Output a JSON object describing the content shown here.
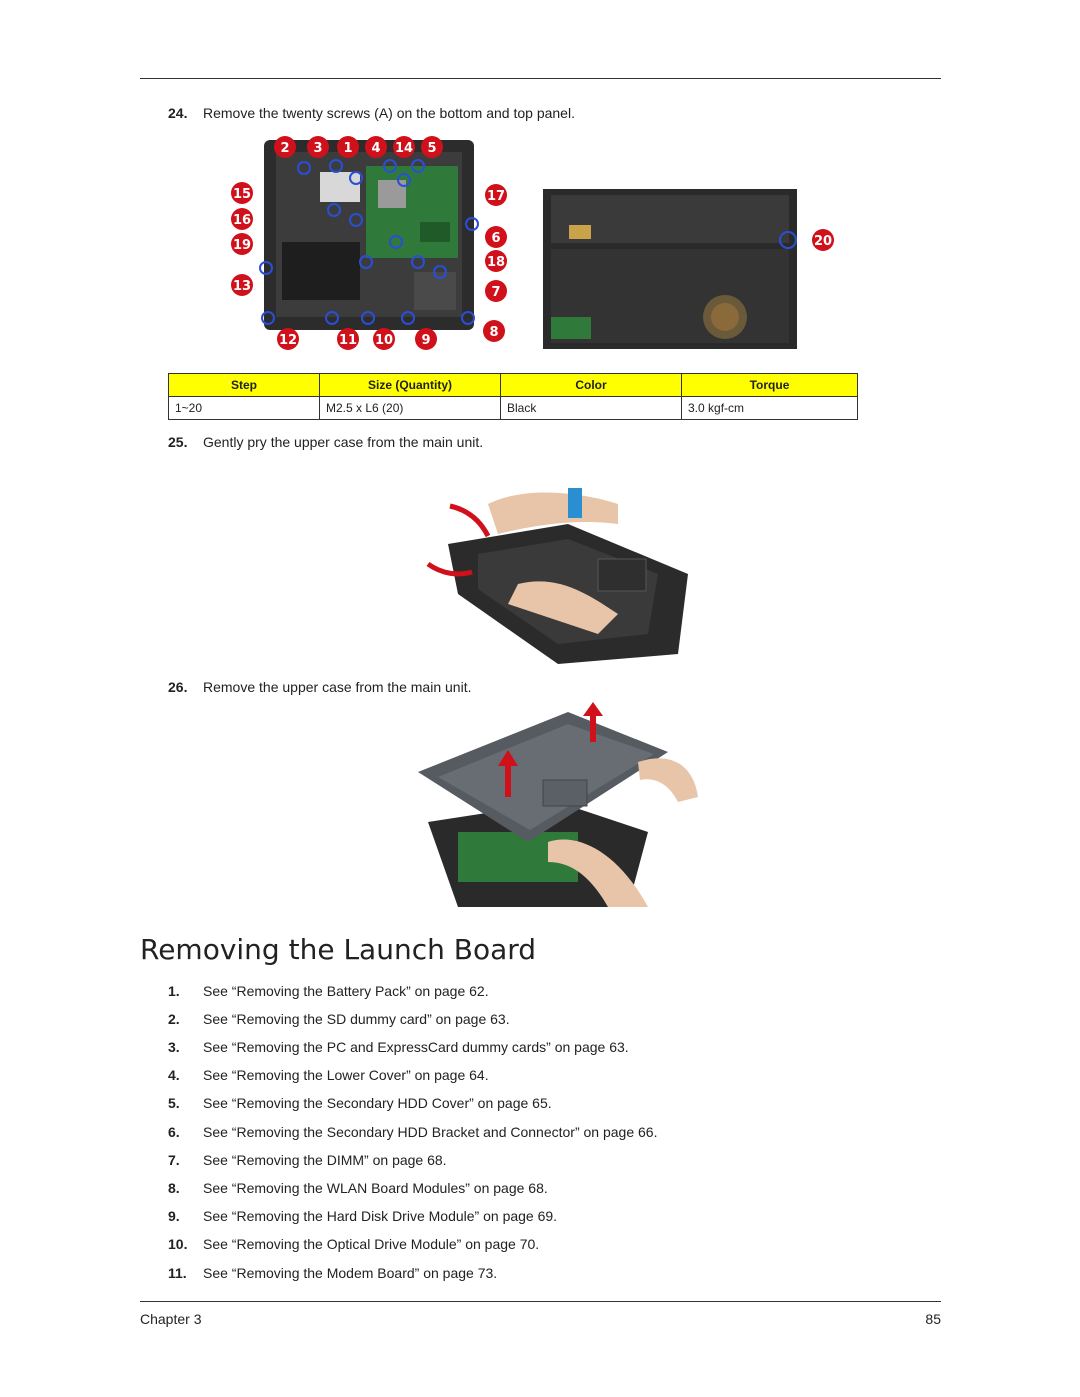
{
  "step24": {
    "num": "24.",
    "text": "Remove the twenty screws (A) on the bottom and top panel."
  },
  "callouts_left": [
    "2",
    "3",
    "1",
    "4",
    "14",
    "5",
    "15",
    "17",
    "16",
    "6",
    "19",
    "18",
    "13",
    "7",
    "12",
    "11",
    "10",
    "9",
    "8"
  ],
  "callout_right": "20",
  "table": {
    "headers": [
      "Step",
      "Size (Quantity)",
      "Color",
      "Torque"
    ],
    "row": [
      "1~20",
      "M2.5 x L6 (20)",
      "Black",
      "3.0 kgf-cm"
    ]
  },
  "step25": {
    "num": "25.",
    "text": "Gently pry the upper case from the main unit."
  },
  "step26": {
    "num": "26.",
    "text": "Remove the upper case from the main unit."
  },
  "section_title": "Removing the Launch Board",
  "steps": [
    {
      "num": "1.",
      "text": "See “Removing the Battery Pack” on page 62."
    },
    {
      "num": "2.",
      "text": "See “Removing the SD dummy card” on page 63."
    },
    {
      "num": "3.",
      "text": "See “Removing the PC and ExpressCard dummy cards” on page 63."
    },
    {
      "num": "4.",
      "text": "See “Removing the Lower Cover” on page 64."
    },
    {
      "num": "5.",
      "text": "See “Removing the Secondary HDD Cover” on page 65."
    },
    {
      "num": "6.",
      "text": "See “Removing the Secondary HDD Bracket and Connector” on page 66."
    },
    {
      "num": "7.",
      "text": "See “Removing the DIMM” on page 68."
    },
    {
      "num": "8.",
      "text": "See “Removing the WLAN Board Modules” on page 68."
    },
    {
      "num": "9.",
      "text": "See “Removing the Hard Disk Drive Module” on page 69."
    },
    {
      "num": "10.",
      "text": "See “Removing the Optical Drive Module” on page 70."
    },
    {
      "num": "11.",
      "text": "See “Removing the Modem Board” on page 73."
    }
  ],
  "footer": {
    "left": "Chapter 3",
    "right": "85"
  },
  "colors": {
    "callout_red": "#d0101a",
    "header_yellow": "#ffff00",
    "screw_ring": "#2a4fd6"
  }
}
